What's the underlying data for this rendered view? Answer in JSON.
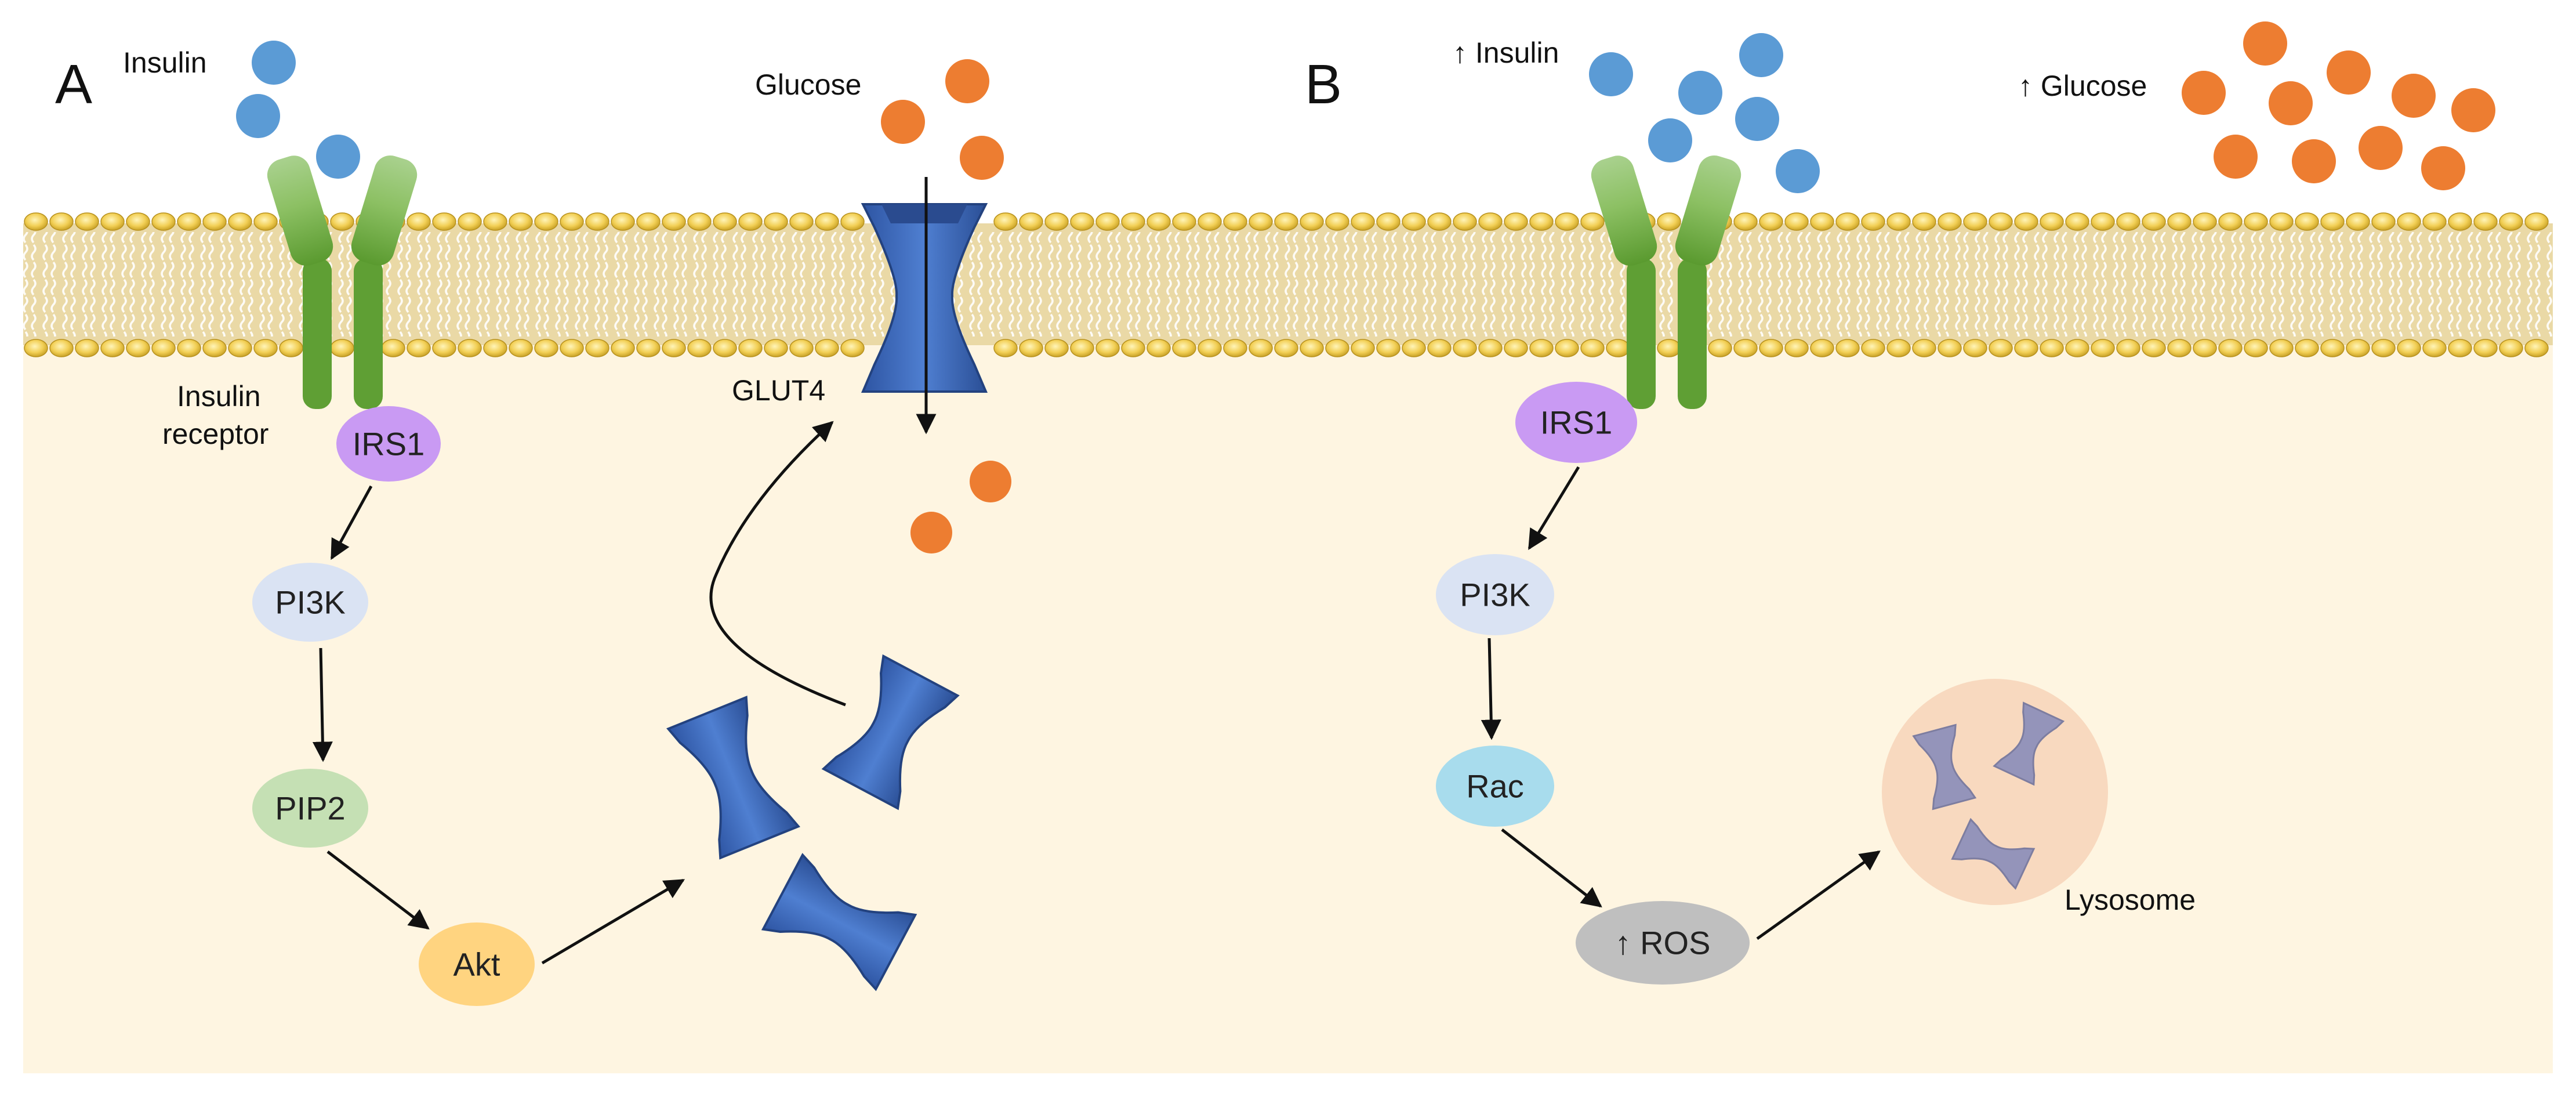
{
  "panels": {
    "a": {
      "letter": "A",
      "insulin_label": "Insulin",
      "glucose_label": "Glucose",
      "receptor_label_1": "Insulin",
      "receptor_label_2": "receptor",
      "glut4_label": "GLUT4",
      "nodes": {
        "irs1": "IRS1",
        "pi3k": "PI3K",
        "pip2": "PIP2",
        "akt": "Akt"
      }
    },
    "b": {
      "letter": "B",
      "insulin_label": "↑ Insulin",
      "glucose_label": "↑ Glucose",
      "lysosome_label": "Lysosome",
      "nodes": {
        "irs1": "IRS1",
        "pi3k": "PI3K",
        "rac": "Rac",
        "ros": "↑ ROS"
      }
    }
  },
  "colors": {
    "insulin": "#5b9bd5",
    "glucose": "#ed7d31",
    "cytoplasm": "#fef5e1",
    "membrane_head": "#f2cf55",
    "receptor": "#6aaa3f",
    "glut4": "#3a67b8",
    "irs1": "#c99af3",
    "pi3k": "#dae3f3",
    "pip2": "#c5e0b4",
    "akt": "#ffd480",
    "rac": "#a8dced",
    "ros": "#bfbfbf",
    "lysosome": "#f8d9bf"
  }
}
